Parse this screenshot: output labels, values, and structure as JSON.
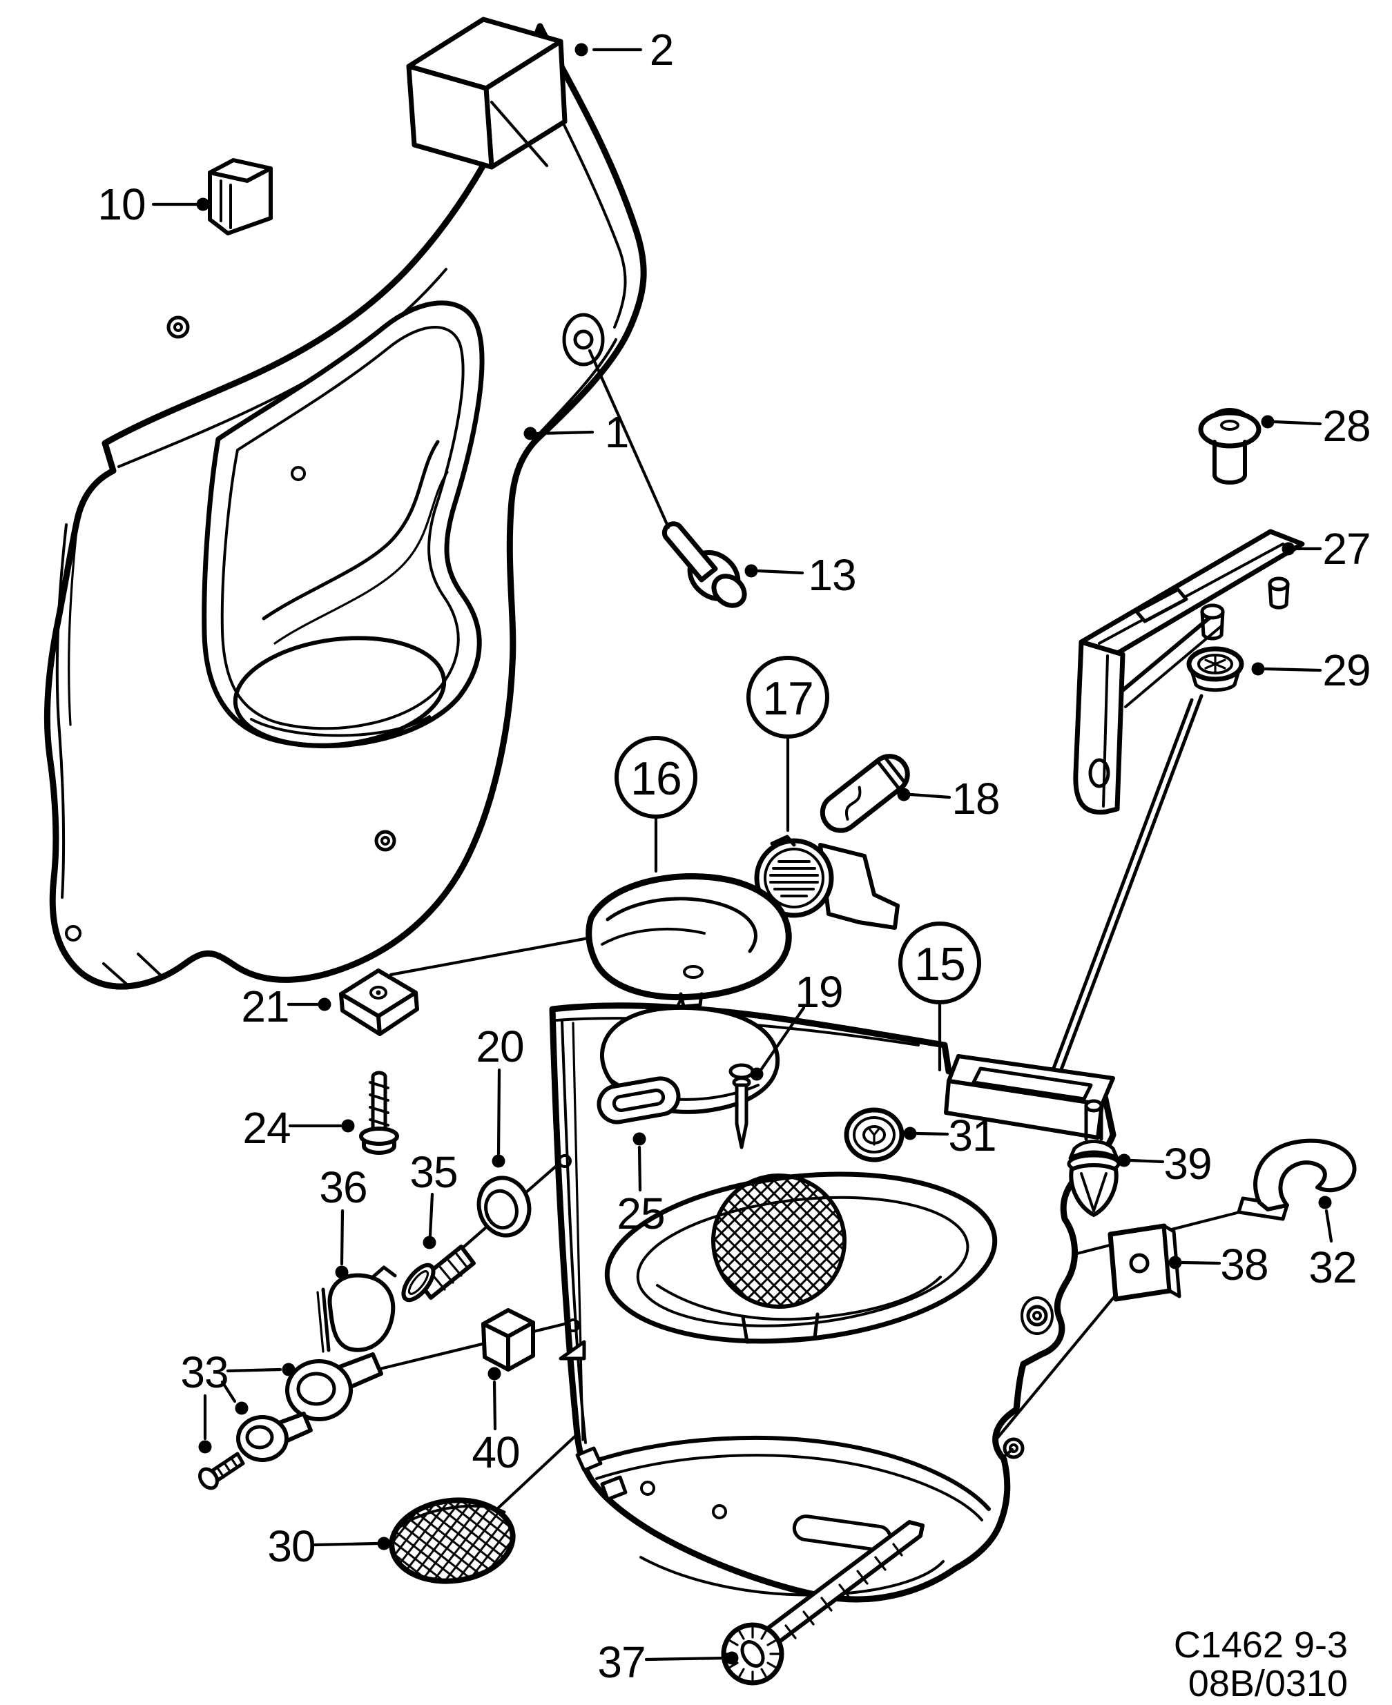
{
  "diagram": {
    "code_line1": "C1462 9-3",
    "code_line2": "08B/0310",
    "callouts": {
      "c1": {
        "label": "1"
      },
      "c2": {
        "label": "2"
      },
      "c10": {
        "label": "10"
      },
      "c13": {
        "label": "13"
      },
      "c15": {
        "label": "15",
        "balloon": true
      },
      "c16": {
        "label": "16",
        "balloon": true
      },
      "c17": {
        "label": "17",
        "balloon": true
      },
      "c18": {
        "label": "18"
      },
      "c19": {
        "label": "19"
      },
      "c20": {
        "label": "20"
      },
      "c21": {
        "label": "21"
      },
      "c24": {
        "label": "24"
      },
      "c25": {
        "label": "25"
      },
      "c27": {
        "label": "27"
      },
      "c28": {
        "label": "28"
      },
      "c29": {
        "label": "29"
      },
      "c30": {
        "label": "30"
      },
      "c31": {
        "label": "31"
      },
      "c32": {
        "label": "32"
      },
      "c33": {
        "label": "33"
      },
      "c35": {
        "label": "35"
      },
      "c36": {
        "label": "36"
      },
      "c37": {
        "label": "37"
      },
      "c38": {
        "label": "38"
      },
      "c39": {
        "label": "39"
      },
      "c40": {
        "label": "40"
      }
    }
  }
}
